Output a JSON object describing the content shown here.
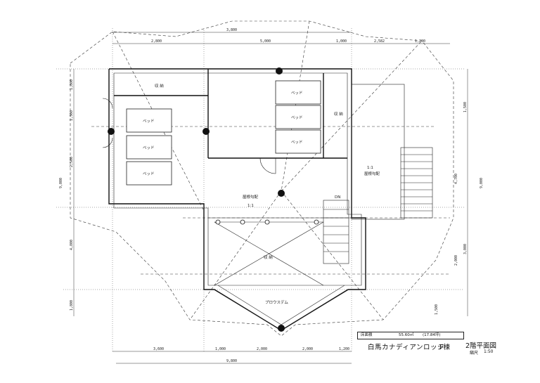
{
  "dimensions": {
    "top_overall": "3,800",
    "top_row": [
      "2,800",
      "5,000",
      "1,000",
      "2,582",
      "1,200"
    ],
    "left_col": [
      "1,800",
      "1,500",
      "2,500",
      "9,000",
      "4,800",
      "1,800"
    ],
    "right_col": [
      "1,500",
      "4,700",
      "9,000",
      "3,000",
      "2,000",
      "1,500"
    ],
    "bottom_row": [
      "3,600",
      "1,000",
      "2,000",
      "2,000",
      "1,200"
    ],
    "bottom_overall": "9,800"
  },
  "rooms": {
    "storage_top": "収 納",
    "storage_right": "収 納",
    "storage_bottom": "収 納",
    "bed_label": "ベッド",
    "roof_pitch_main": "屋根勾配",
    "roof_ratio_main": "1:1",
    "roof_ratio_right": "1:1",
    "roof_pitch_right": "屋根勾配",
    "stair_dn": "DN",
    "bay": "プロウスデム"
  },
  "title_block": {
    "area_label": "床面積",
    "area_value": "55.60㎡",
    "area_tsubo": "(17.84坪)",
    "project_name": "白馬カナディアンロッジ",
    "building": "F棟",
    "drawing_title": "2階平面図",
    "scale_label": "縮尺",
    "scale_value": "1:50"
  }
}
